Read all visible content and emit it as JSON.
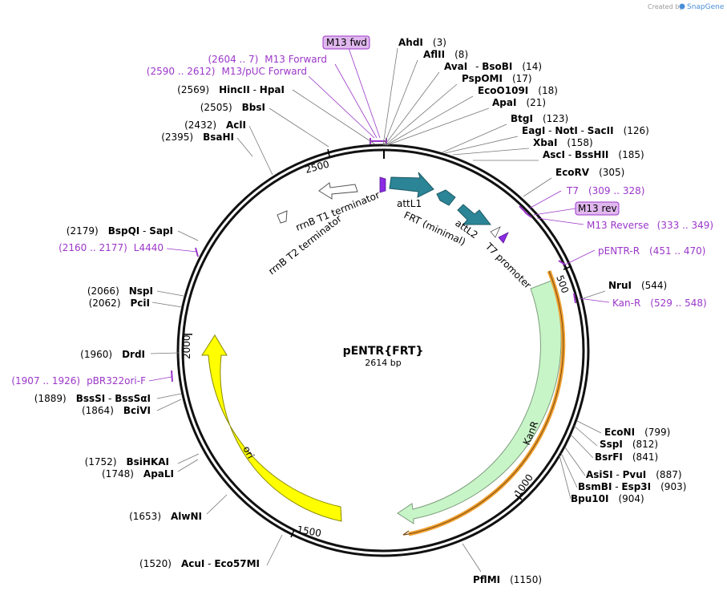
{
  "credit": {
    "prefix": "Created by",
    "brand": "SnapGene"
  },
  "plasmid": {
    "name": "pENTR{FRT}",
    "size_label": "2614 bp",
    "length": 2614
  },
  "colors": {
    "primer": "#9b37c9",
    "teal": "#2c8596",
    "purple_feature": "#8a2be2",
    "kanr": "#c8f5c8",
    "ori": "#ffff00",
    "highlight": "#f0a030"
  },
  "ticks": [
    "500",
    "1000",
    "1500",
    "2000",
    "2500"
  ],
  "enzymes": [
    {
      "pos": "(3)",
      "name": "AhdI"
    },
    {
      "pos": "(8)",
      "name": "AflII"
    },
    {
      "pos": "(14)",
      "name": "AvaI",
      "name2": "BsoBI"
    },
    {
      "pos": "(17)",
      "name": "PspOMI"
    },
    {
      "pos": "(18)",
      "name": "EcoO109I"
    },
    {
      "pos": "(21)",
      "name": "ApaI"
    },
    {
      "pos": "(123)",
      "name": "BtgI"
    },
    {
      "pos": "(126)",
      "name": "EagI",
      "name2": "NotI",
      "name3": "SacII"
    },
    {
      "pos": "(158)",
      "name": "XbaI"
    },
    {
      "pos": "(185)",
      "name": "AscI",
      "name2": "BssHII"
    },
    {
      "pos": "(305)",
      "name": "EcoRV"
    },
    {
      "pos": "(544)",
      "name": "NruI"
    },
    {
      "pos": "(799)",
      "name": "EcoNI"
    },
    {
      "pos": "(812)",
      "name": "SspI"
    },
    {
      "pos": "(841)",
      "name": "BsrFI"
    },
    {
      "pos": "(887)",
      "name": "AsiSI",
      "name2": "PvuI"
    },
    {
      "pos": "(903)",
      "name": "BsmBI",
      "name2": "Esp3I"
    },
    {
      "pos": "(904)",
      "name": "Bpu10I"
    },
    {
      "pos": "(1150)",
      "name": "PflMI"
    },
    {
      "pos": "(1520)",
      "name": "AcuI",
      "name2": "Eco57MI"
    },
    {
      "pos": "(1653)",
      "name": "AlwNI"
    },
    {
      "pos": "(1748)",
      "name": "ApaLI"
    },
    {
      "pos": "(1752)",
      "name": "BsiHKAI"
    },
    {
      "pos": "(1864)",
      "name": "BciVI"
    },
    {
      "pos": "(1889)",
      "name": "BssSI",
      "name2": "BssSαI"
    },
    {
      "pos": "(1960)",
      "name": "DrdI"
    },
    {
      "pos": "(2062)",
      "name": "PciI"
    },
    {
      "pos": "(2066)",
      "name": "NspI"
    },
    {
      "pos": "(2179)",
      "name": "BspQI",
      "name2": "SapI"
    },
    {
      "pos": "(2395)",
      "name": "BsaHI"
    },
    {
      "pos": "(2432)",
      "name": "AclI"
    },
    {
      "pos": "(2505)",
      "name": "BbsI"
    },
    {
      "pos": "(2569)",
      "name": "HincII",
      "name2": "HpaI"
    }
  ],
  "primers": [
    {
      "range": "(2604 .. 7)",
      "name": "M13 Forward"
    },
    {
      "range": "(2590 .. 2612)",
      "name": "M13/pUC Forward"
    },
    {
      "range": "(309 .. 328)",
      "name": "T7"
    },
    {
      "range": "(333 .. 349)",
      "name": "M13 Reverse"
    },
    {
      "range": "(451 .. 470)",
      "name": "pENTR-R"
    },
    {
      "range": "(529 .. 548)",
      "name": "Kan-R"
    },
    {
      "range": "(1907 .. 1926)",
      "name": "pBR322ori-F"
    },
    {
      "range": "(2160 .. 2177)",
      "name": "L4440"
    }
  ],
  "boxed_primers": {
    "fwd": "M13 fwd",
    "rev": "M13 rev"
  },
  "features": {
    "attL1": "attL1",
    "frt": "FRT (minimal)",
    "attL2": "attL2",
    "t7_promoter": "T7 promoter",
    "kanr": "KanR",
    "ori": "ori",
    "rrnb_t1": "rrnB T1 terminator",
    "rrnb_t2": "rrnB T2 terminator"
  }
}
